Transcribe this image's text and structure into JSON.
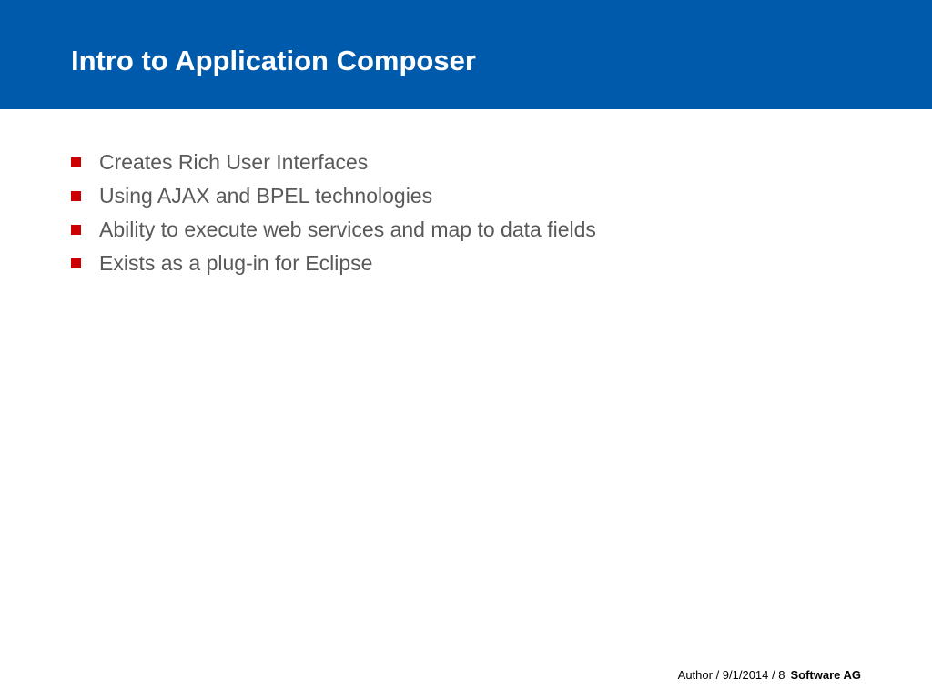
{
  "slide": {
    "title": "Intro to Application Composer",
    "header_color": "#005aab",
    "bullet_color": "#cc0000",
    "bullets": [
      {
        "text": "Creates Rich User Interfaces",
        "icon": "square-bullet-icon"
      },
      {
        "text": "Using AJAX and BPEL technologies",
        "icon": "square-bullet-icon"
      },
      {
        "text": "Ability to execute web services and map to data fields",
        "icon": "square-bullet-icon"
      },
      {
        "text": "Exists as a plug-in for Eclipse",
        "icon": "square-bullet-icon"
      }
    ]
  },
  "footer": {
    "meta": "Author / 9/1/2014 / 8",
    "brand": "Software AG"
  }
}
